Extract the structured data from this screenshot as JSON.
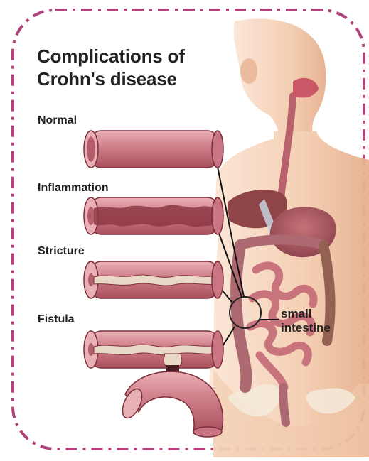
{
  "title": {
    "line1": "Complications of",
    "line2": "Crohn's disease"
  },
  "labels": {
    "normal": "Normal",
    "inflammation": "Inflammation",
    "stricture": "Stricture",
    "fistula": "Fistula"
  },
  "callout": {
    "line1": "small",
    "line2": "intestine"
  },
  "colors": {
    "frame_dash": "#b0447a",
    "tube_fill": "#c97583",
    "tube_light": "#e6a6ad",
    "tube_dark": "#8e3845",
    "skin": "#f3c8a8",
    "text": "#222222"
  }
}
